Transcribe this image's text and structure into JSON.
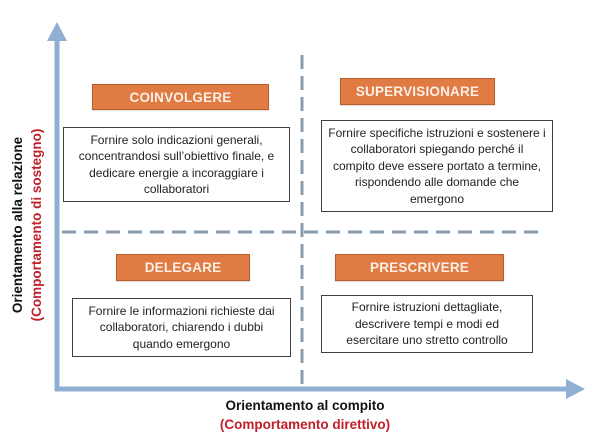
{
  "diagram": {
    "type": "quadrant-matrix",
    "colors": {
      "axis": "#8FAFD3",
      "dashed_divider": "#8A9BAD",
      "label_fill": "#E07B43",
      "label_border": "#B85E2C",
      "label_text": "#FBEFE6",
      "box_border": "#404040",
      "axis_title": "#111111",
      "axis_subtitle": "#C0202A"
    },
    "y_axis": {
      "title": "Orientamento alla relazione",
      "subtitle": "(Comportamento di sostegno)"
    },
    "x_axis": {
      "title": "Orientamento al compito",
      "subtitle": "(Comportamento direttivo)"
    },
    "quadrants": [
      {
        "position": "top-left",
        "label": "COINVOLGERE",
        "description": "Fornire solo indicazioni generali, concentrandosi sull’obiettivo finale, e dedicare energie a incoraggiare i collaboratori"
      },
      {
        "position": "top-right",
        "label": "SUPERVISIONARE",
        "description": "Fornire specifiche istruzioni e sostenere i collaboratori spiegando perché il compito deve essere portato a termine, rispondendo alle domande che emergono"
      },
      {
        "position": "bottom-left",
        "label": "DELEGARE",
        "description": "Fornire le informazioni richieste dai collaboratori, chiarendo i dubbi quando emergono"
      },
      {
        "position": "bottom-right",
        "label": "PRESCRIVERE",
        "description": "Fornire istruzioni dettagliate, descrivere tempi e modi ed esercitare uno stretto controllo"
      }
    ]
  }
}
